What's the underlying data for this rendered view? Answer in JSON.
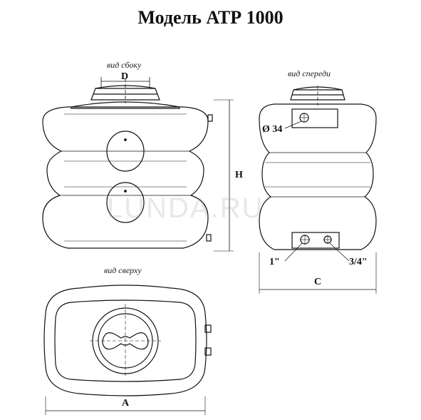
{
  "title": "Модель АТР 1000",
  "views": {
    "side": "вид сбоку",
    "front": "вид спереди",
    "top": "вид сверху"
  },
  "dimensions": {
    "d": "D",
    "h": "H",
    "c": "C",
    "a": "A"
  },
  "fittings": {
    "inlet": "Ø 34",
    "outlet_large": "1\"",
    "outlet_small": "3/4\""
  },
  "watermark": "LUNDA.RU"
}
